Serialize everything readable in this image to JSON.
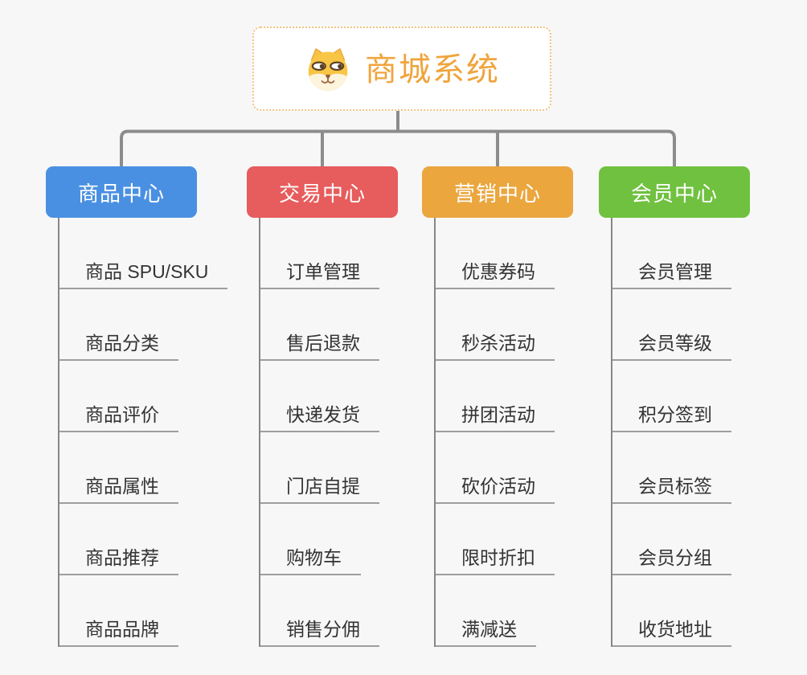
{
  "root": {
    "title": "商城系统",
    "accent_color": "#f0a43c",
    "border_color": "#f2c480",
    "icon": "shiba-dog-icon"
  },
  "connectors": {
    "color": "#8c8c8c"
  },
  "branches": [
    {
      "label": "商品中心",
      "color": "#4a90e2",
      "children": [
        "商品 SPU/SKU",
        "商品分类",
        "商品评价",
        "商品属性",
        "商品推荐",
        "商品品牌"
      ]
    },
    {
      "label": "交易中心",
      "color": "#e75c5c",
      "children": [
        "订单管理",
        "售后退款",
        "快递发货",
        "门店自提",
        "购物车",
        "销售分佣"
      ]
    },
    {
      "label": "营销中心",
      "color": "#eba63e",
      "children": [
        "优惠券码",
        "秒杀活动",
        "拼团活动",
        "砍价活动",
        "限时折扣",
        "满减送"
      ]
    },
    {
      "label": "会员中心",
      "color": "#70c140",
      "children": [
        "会员管理",
        "会员等级",
        "积分签到",
        "会员标签",
        "会员分组",
        "收货地址"
      ]
    }
  ]
}
